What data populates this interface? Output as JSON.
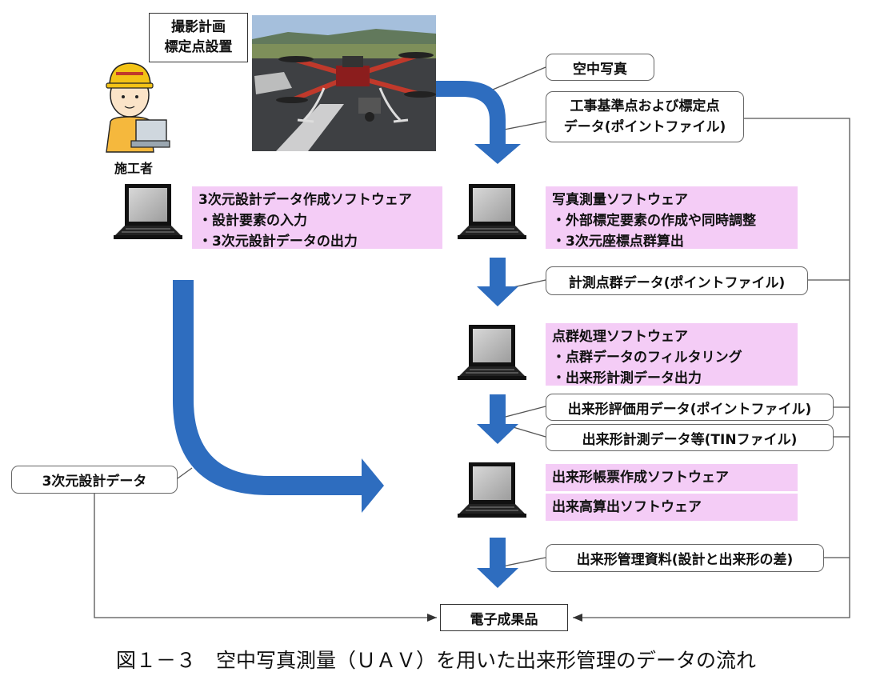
{
  "plan_box": {
    "line1": "撮影計画",
    "line2": "標定点設置"
  },
  "worker_label": "施工者",
  "aerial_photo_label": "空中写真",
  "control_points_box": {
    "line1": "工事基準点および標定点",
    "line2": "データ(ポイントファイル)"
  },
  "design_software": {
    "title": "3次元設計データ作成ソフトウェア",
    "items": [
      "・設計要素の入力",
      "・3次元設計データの出力"
    ]
  },
  "photo_software": {
    "title": "写真測量ソフトウェア",
    "items": [
      "・外部標定要素の作成や同時調整",
      "・3次元座標点群算出"
    ]
  },
  "point_cloud_data_label": "計測点群データ(ポイントファイル)",
  "cloud_software": {
    "title": "点群処理ソフトウェア",
    "items": [
      "・点群データのフィルタリング",
      "・出来形計測データ出力"
    ]
  },
  "eval_data_label": "出来形評価用データ(ポイントファイル)",
  "measure_data_label": "出来形計測データ等(TINファイル)",
  "design_data_label": "3次元設計データ",
  "report_software_label": "出来形帳票作成ソフトウェア",
  "volume_software_label": "出来高算出ソフトウェア",
  "management_data_label": "出来形管理資料(設計と出来形の差)",
  "deliverable_label": "電子成果品",
  "caption": "図１－３　空中写真測量（ＵＡＶ）を用いた出来形管理のデータの流れ",
  "colors": {
    "arrow": "#2e6dbf",
    "pink": "#f4ccf6",
    "line": "#555555"
  }
}
